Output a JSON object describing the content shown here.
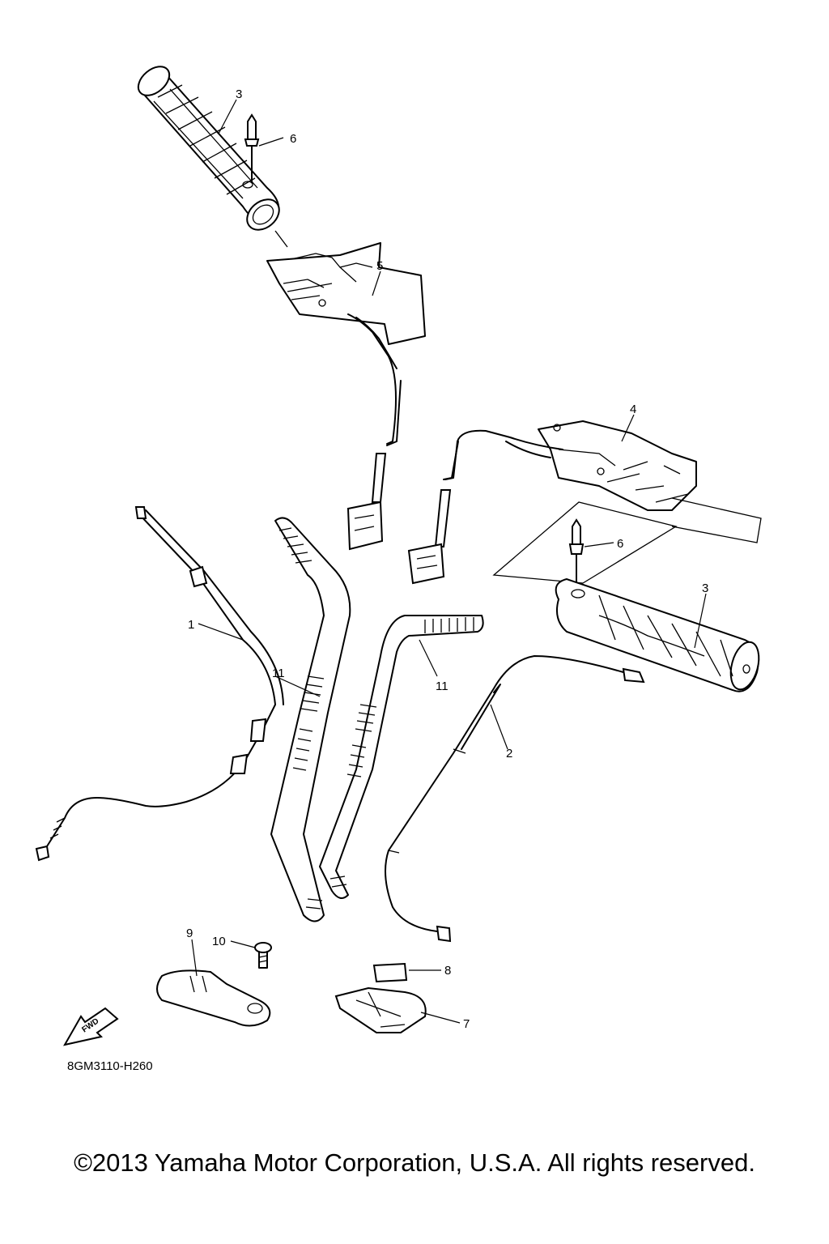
{
  "callouts": {
    "c3a": "3",
    "c6a": "6",
    "c5": "5",
    "c4": "4",
    "c6b": "6",
    "c3b": "3",
    "c1": "1",
    "c11a": "11",
    "c11b": "11",
    "c2": "2",
    "c9": "9",
    "c10": "10",
    "c8": "8",
    "c7": "7"
  },
  "fwd_arrow_label": "FWD",
  "drawing_code": "8GM3110-H260",
  "copyright": "©2013 Yamaha Motor Corporation, U.S.A. All rights reserved."
}
